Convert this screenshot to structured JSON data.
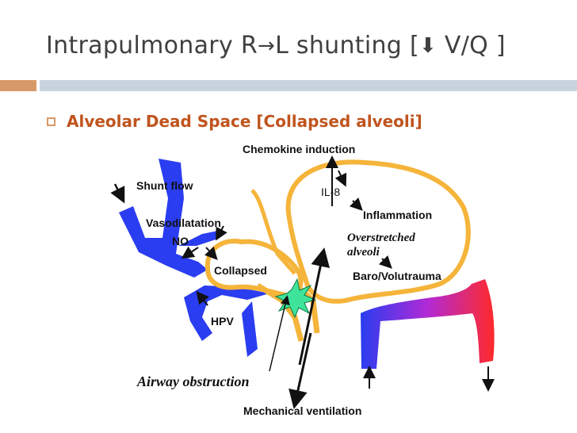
{
  "slide": {
    "title_part1": "Intrapulmonary R",
    "title_arrow1": "→",
    "title_part2": "L shunting [",
    "title_arrow2": "⬇",
    "title_part3": " V/Q ]",
    "bullet": "Alveolar Dead Space [Collapsed alveoli]"
  },
  "diagram": {
    "labels": {
      "chemokine": "Chemokine induction",
      "shunt_flow": "Shunt flow",
      "il8": "IL-8",
      "inflammation": "Inflammation",
      "vasodilatation": "Vasodilatation",
      "no": "NO",
      "overstretched_1": "Overstretched",
      "overstretched_2": "alveoli",
      "collapsed": "Collapsed",
      "barotrauma": "Baro/Volutrauma",
      "hpv": "HPV",
      "airway": "Airway obstruction",
      "mechanical": "Mechanical ventilation"
    }
  },
  "colors": {
    "accent_orange": "#d89968",
    "accent_bar": "#c9d3dd",
    "bullet_text": "#c0541e",
    "vessel_blue": "#2a3df0",
    "alveolus_orange": "#f5b43a",
    "burst_green": "#3fe39a",
    "vessel_red": "#ff2a2a"
  }
}
